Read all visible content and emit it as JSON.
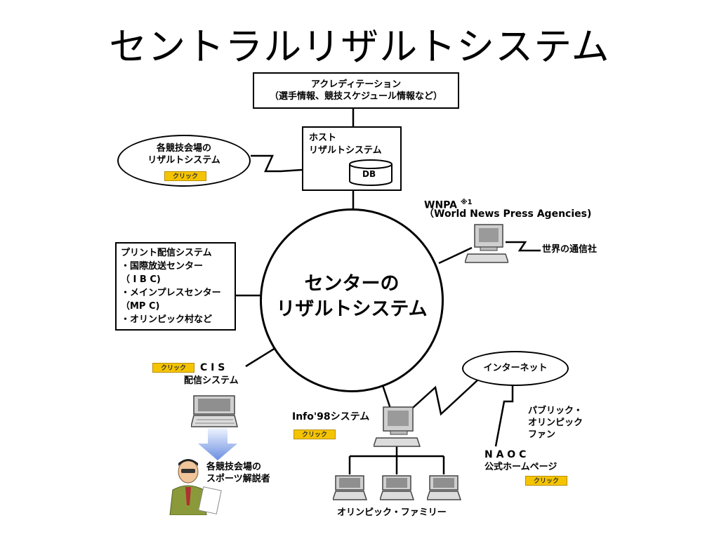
{
  "title": "セントラルリザルトシステム",
  "accreditation": {
    "line1": "アクレディテーション",
    "line2": "（選手情報、競技スケジュール情報など）"
  },
  "host": {
    "line1": "ホスト",
    "line2": "リザルトシステム",
    "db": "DB"
  },
  "venue": {
    "line1": "各競技会場の",
    "line2": "リザルトシステム",
    "click": "クリック"
  },
  "center": {
    "line1": "センターの",
    "line2": "リザルトシステム"
  },
  "wnpa": {
    "line1": "WNPA",
    "note": "※1",
    "line2": "（World News  Press Agencies)",
    "world": "世界の通信社"
  },
  "print": {
    "lines": [
      "プリント配信システム",
      "・国際放送センター",
      "（ I B C)",
      "・メインプレスセンター",
      "（MP C)",
      "・オリンピック村など"
    ]
  },
  "cis": {
    "click": "クリック",
    "line1": "C I S",
    "line2": "配信システム"
  },
  "commentator": {
    "line1": "各競技会場の",
    "line2": "スポーツ解説者"
  },
  "info98": {
    "label": "Info'98システム",
    "click": "クリック"
  },
  "internet": {
    "label": "インターネット"
  },
  "public_fan": {
    "line1": "パブリック・",
    "line2": "オリンピック",
    "line3": "ファン"
  },
  "naoc": {
    "line1": "N A O C",
    "line2": "公式ホームページ",
    "click": "クリック"
  },
  "family": {
    "label": "オリンピック・ファミリー"
  }
}
